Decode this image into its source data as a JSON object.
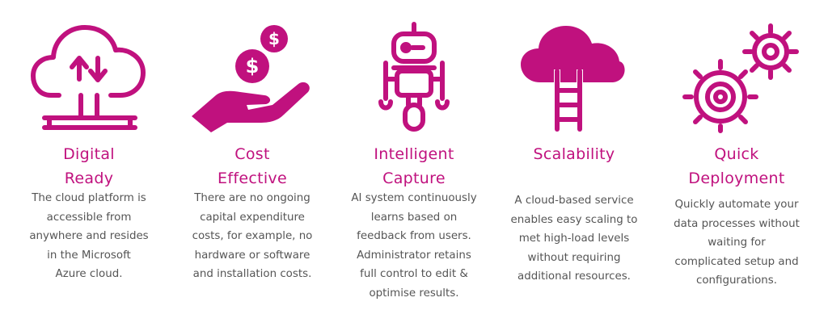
{
  "colors": {
    "accent": "#c0117e",
    "text": "#555555",
    "background": "#ffffff"
  },
  "features": [
    {
      "icon": "cloud-upload-download-icon",
      "title_lines": [
        "Digital",
        "Ready"
      ],
      "desc_lines": [
        "The cloud platform is",
        "accessible from",
        "anywhere and resides",
        "in the Microsoft",
        "Azure cloud."
      ]
    },
    {
      "icon": "hand-with-coins-icon",
      "title_lines": [
        "Cost",
        "Effective"
      ],
      "desc_lines": [
        "There are no ongoing",
        "capital expenditure",
        "costs, for example, no",
        "hardware or software",
        "and installation costs."
      ]
    },
    {
      "icon": "robot-icon",
      "title_lines": [
        "Intelligent",
        "Capture"
      ],
      "desc_lines": [
        "AI system continuously",
        "learns based on",
        "feedback from users.",
        "Administrator retains",
        "full control to edit &",
        "optimise results."
      ]
    },
    {
      "icon": "cloud-ladder-icon",
      "title_lines": [
        "Scalability"
      ],
      "desc_lines": [
        "A cloud-based service",
        "enables easy scaling to",
        "met high-load levels",
        "without requiring",
        "additional resources."
      ]
    },
    {
      "icon": "gears-icon",
      "title_lines": [
        "Quick",
        "Deployment"
      ],
      "desc_lines": [
        "Quickly automate your",
        "data processes without",
        "waiting for",
        "complicated setup and",
        "configurations."
      ]
    }
  ]
}
